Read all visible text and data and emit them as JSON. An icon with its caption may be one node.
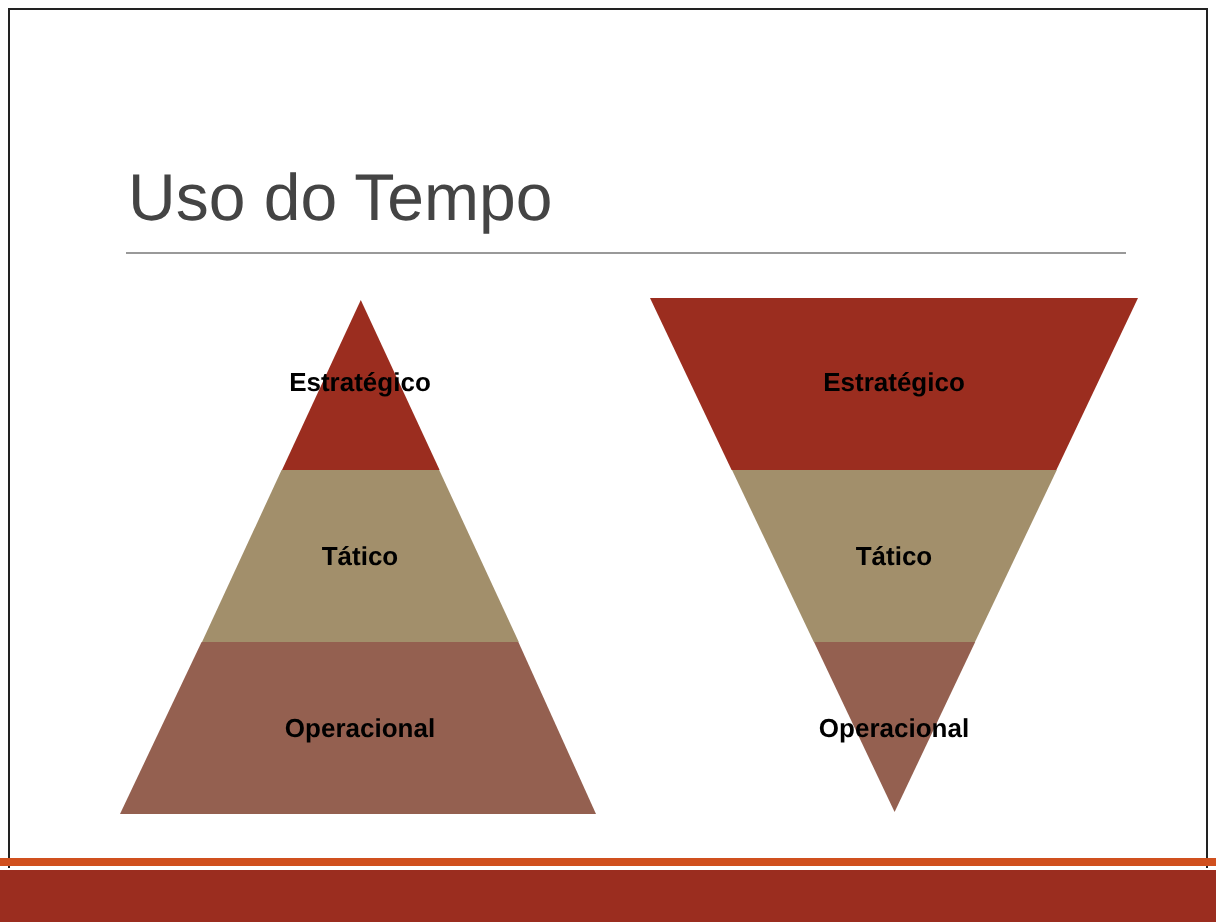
{
  "diagram": {
    "title": "Uso do Tempo",
    "nodes": [
      {
        "text": [
          "Estratégico"
        ]
      },
      {
        "text": [
          "Tático"
        ]
      },
      {
        "text": [
          "Operacional"
        ]
      },
      {
        "text": [
          "Estratégico"
        ]
      },
      {
        "text": [
          "Tático"
        ]
      },
      {
        "text": [
          "Operacional"
        ]
      }
    ]
  }
}
